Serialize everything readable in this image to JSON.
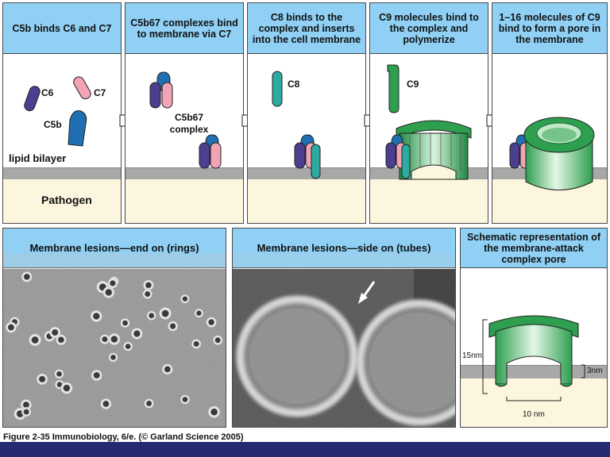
{
  "panels": [
    {
      "title": "C5b binds C6 and C7",
      "labels": [
        "C6",
        "C7",
        "C5b",
        "lipid bilayer",
        "Pathogen"
      ]
    },
    {
      "title": "C5b67 complexes bind to membrane via C7",
      "labels": [
        "C5b67 complex"
      ]
    },
    {
      "title": "C8 binds to the complex and inserts into the cell membrane",
      "labels": [
        "C8"
      ]
    },
    {
      "title": "C9 molecules bind to the complex and polymerize",
      "labels": [
        "C9"
      ]
    },
    {
      "title": "1–16 molecules of C9 bind to form a pore in the membrane",
      "labels": []
    }
  ],
  "bottom_panels": [
    {
      "title": "Membrane lesions—end on (rings)"
    },
    {
      "title": "Membrane lesions—side on (tubes)"
    },
    {
      "title": "Schematic representation of the membrane-attack complex pore",
      "labels": [
        "15nm",
        "3nm",
        "10 nm"
      ]
    }
  ],
  "caption": "Figure 2-35  Immunobiology, 6/e. (© Garland Science 2005)",
  "colors": {
    "header_bg": "#8fd0f4",
    "membrane": "#a8a8a8",
    "pathogen_bg": "#fbf6dd",
    "c5b": "#1f6fb2",
    "c6": "#4b3f8f",
    "c7": "#f2a3b6",
    "c8": "#2eaba0",
    "c9": "#2e9e4f",
    "footer": "#262a70"
  }
}
